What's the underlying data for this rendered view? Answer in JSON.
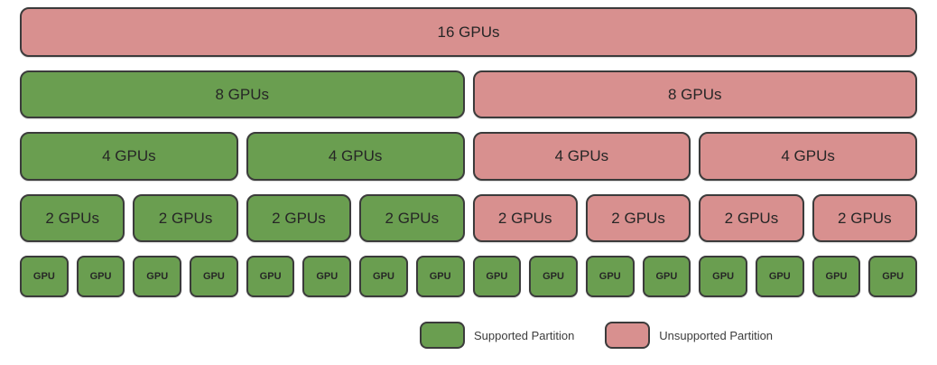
{
  "colors": {
    "supported_fill": "#6a9e50",
    "unsupported_fill": "#d8908f",
    "box_border": "#3b3b3b",
    "box_text": "#262626"
  },
  "partition_rows": [
    {
      "level": "16-gpu",
      "boxes": [
        {
          "label": "16 GPUs",
          "type": "unsupported",
          "span": 16
        }
      ]
    },
    {
      "level": "8-gpu",
      "boxes": [
        {
          "label": "8 GPUs",
          "type": "supported",
          "span": 8
        },
        {
          "label": "8 GPUs",
          "type": "unsupported",
          "span": 8
        }
      ]
    },
    {
      "level": "4-gpu",
      "boxes": [
        {
          "label": "4 GPUs",
          "type": "supported",
          "span": 4
        },
        {
          "label": "4 GPUs",
          "type": "supported",
          "span": 4
        },
        {
          "label": "4 GPUs",
          "type": "unsupported",
          "span": 4
        },
        {
          "label": "4 GPUs",
          "type": "unsupported",
          "span": 4
        }
      ]
    },
    {
      "level": "2-gpu",
      "boxes": [
        {
          "label": "2 GPUs",
          "type": "supported",
          "span": 2
        },
        {
          "label": "2 GPUs",
          "type": "supported",
          "span": 2
        },
        {
          "label": "2 GPUs",
          "type": "supported",
          "span": 2
        },
        {
          "label": "2 GPUs",
          "type": "supported",
          "span": 2
        },
        {
          "label": "2 GPUs",
          "type": "unsupported",
          "span": 2
        },
        {
          "label": "2 GPUs",
          "type": "unsupported",
          "span": 2
        },
        {
          "label": "2 GPUs",
          "type": "unsupported",
          "span": 2
        },
        {
          "label": "2 GPUs",
          "type": "unsupported",
          "span": 2
        }
      ]
    },
    {
      "level": "1-gpu",
      "boxes": [
        {
          "label": "GPU",
          "type": "supported",
          "span": 1
        },
        {
          "label": "GPU",
          "type": "supported",
          "span": 1
        },
        {
          "label": "GPU",
          "type": "supported",
          "span": 1
        },
        {
          "label": "GPU",
          "type": "supported",
          "span": 1
        },
        {
          "label": "GPU",
          "type": "supported",
          "span": 1
        },
        {
          "label": "GPU",
          "type": "supported",
          "span": 1
        },
        {
          "label": "GPU",
          "type": "supported",
          "span": 1
        },
        {
          "label": "GPU",
          "type": "supported",
          "span": 1
        },
        {
          "label": "GPU",
          "type": "supported",
          "span": 1
        },
        {
          "label": "GPU",
          "type": "supported",
          "span": 1
        },
        {
          "label": "GPU",
          "type": "supported",
          "span": 1
        },
        {
          "label": "GPU",
          "type": "supported",
          "span": 1
        },
        {
          "label": "GPU",
          "type": "supported",
          "span": 1
        },
        {
          "label": "GPU",
          "type": "supported",
          "span": 1
        },
        {
          "label": "GPU",
          "type": "supported",
          "span": 1
        },
        {
          "label": "GPU",
          "type": "supported",
          "span": 1
        }
      ]
    }
  ],
  "legend": {
    "items": [
      {
        "label": "Supported Partition",
        "type": "supported"
      },
      {
        "label": "Unsupported Partition",
        "type": "unsupported"
      }
    ]
  }
}
